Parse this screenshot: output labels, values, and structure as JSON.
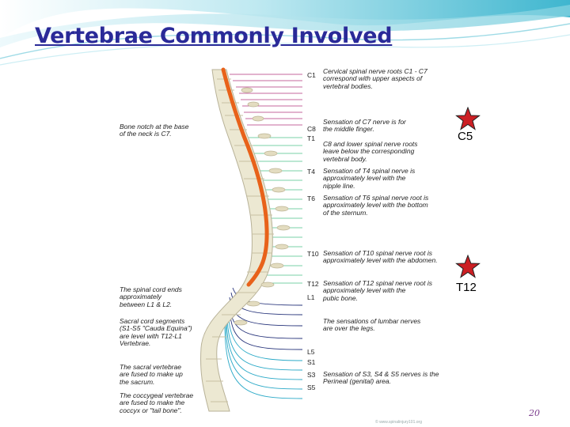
{
  "slide": {
    "title": "Vertebrae Commonly Involved",
    "page_number": "20"
  },
  "colors": {
    "title": "#2a2a98",
    "spinal_cord": "#e8621a",
    "cervical_nerves": "#b2347e",
    "thoracic_nerves": "#4cc08a",
    "lumbar_nerves": "#26337a",
    "sacral_nerves": "#2aa9c7",
    "star": "#cc1f24"
  },
  "markers": [
    {
      "name": "star-c5",
      "label": "C5"
    },
    {
      "name": "star-t12",
      "label": "T12"
    }
  ],
  "diagram": {
    "left_labels": [
      {
        "key": "neck",
        "text": "Bone notch at the base\nof the neck is C7."
      },
      {
        "key": "cord_end",
        "text": "The spinal cord ends\napproximately\nbetween L1 & L2."
      },
      {
        "key": "sacral_segments",
        "text": "Sacral cord segments\n(S1-S5 \"Cauda Equina\")\nare level with T12-L1\nVertebrae."
      },
      {
        "key": "sacrum",
        "text": "The sacral vertebrae\nare fused to make up\nthe sacrum."
      },
      {
        "key": "coccyx",
        "text": "The coccygeal vertebrae\nare fused to make the\ncoccyx or \"tail bone\"."
      }
    ],
    "levels": [
      "C1",
      "C8",
      "T1",
      "T4",
      "T6",
      "T10",
      "T12",
      "L1",
      "L5",
      "S1",
      "S3",
      "S5"
    ],
    "right_notes": [
      {
        "key": "c1_c7",
        "text": "Cervical spinal nerve roots C1 - C7\ncorrespond with upper aspects of\nvertebral bodies."
      },
      {
        "key": "c7",
        "text": "Sensation of C7 nerve is for\nthe middle finger."
      },
      {
        "key": "c8_lower",
        "text": "C8 and lower spinal nerve roots\nleave below the corresponding\nvertebral body."
      },
      {
        "key": "t4",
        "text": "Sensation of T4 spinal nerve is\napproximately level with the\nnipple line."
      },
      {
        "key": "t6",
        "text": "Sensation of T6 spinal nerve root is\napproximately level with the bottom\nof the sternum."
      },
      {
        "key": "t10",
        "text": "Sensation of T10 spinal nerve root is\napproximately level with the abdomen."
      },
      {
        "key": "t12",
        "text": "Sensation of T12 spinal nerve root is\napproximately level with the\npubic bone."
      },
      {
        "key": "lumbar",
        "text": "The sensations of lumbar nerves\nare over the legs."
      },
      {
        "key": "s3_s5",
        "text": "Sensation of S3, S4 & S5 nerves is the\nPerineal (genital) area."
      }
    ],
    "credit": "© www.spinalinjury101.org"
  }
}
